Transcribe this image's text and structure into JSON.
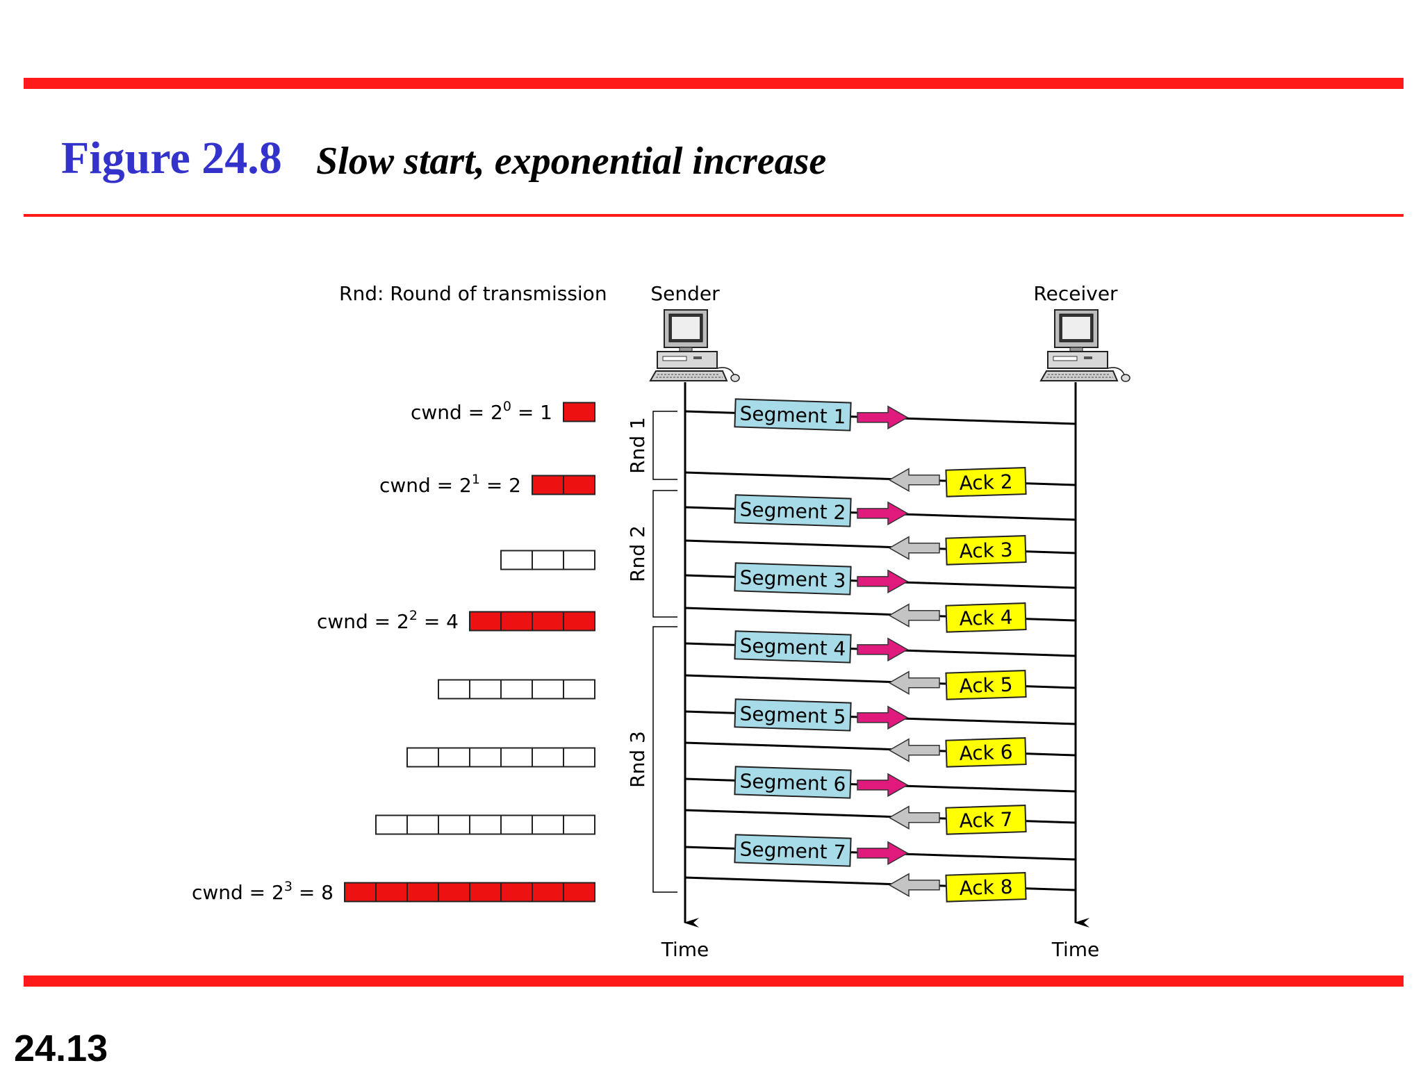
{
  "slide": {
    "figure_label": "Figure 24.8",
    "caption": "Slow start, exponential increase",
    "number": "24.13"
  },
  "diagram": {
    "legend": "Rnd: Round of transmission",
    "sender": {
      "label": "Sender",
      "time_label": "Time"
    },
    "receiver": {
      "label": "Receiver",
      "time_label": "Time"
    },
    "rounds": [
      "Rnd 1",
      "Rnd 2",
      "Rnd 3"
    ],
    "cwnd_rows": [
      {
        "label_prefix": "cwnd = 2",
        "exp": "0",
        "label_suffix": " = 1",
        "cells": 1,
        "filled": true
      },
      {
        "label_prefix": "cwnd = 2",
        "exp": "1",
        "label_suffix": " = 2",
        "cells": 2,
        "filled": true
      },
      {
        "label_prefix": "",
        "exp": "",
        "label_suffix": "",
        "cells": 3,
        "filled": false
      },
      {
        "label_prefix": "cwnd = 2",
        "exp": "2",
        "label_suffix": " = 4",
        "cells": 4,
        "filled": true
      },
      {
        "label_prefix": "",
        "exp": "",
        "label_suffix": "",
        "cells": 5,
        "filled": false
      },
      {
        "label_prefix": "",
        "exp": "",
        "label_suffix": "",
        "cells": 6,
        "filled": false
      },
      {
        "label_prefix": "",
        "exp": "",
        "label_suffix": "",
        "cells": 7,
        "filled": false
      },
      {
        "label_prefix": "cwnd = 2",
        "exp": "3",
        "label_suffix": " = 8",
        "cells": 8,
        "filled": true
      }
    ],
    "segments": [
      "Segment 1",
      "Segment 2",
      "Segment 3",
      "Segment 4",
      "Segment 5",
      "Segment 6",
      "Segment 7"
    ],
    "acks": [
      "Ack 2",
      "Ack 3",
      "Ack 4",
      "Ack 5",
      "Ack 6",
      "Ack 7",
      "Ack 8"
    ],
    "colors": {
      "rule": "#ff1a1a",
      "title_blue": "#3333cc",
      "cwnd_fill": "#ee1111",
      "segment_box": "#a8dbe8",
      "ack_box": "#ffff00",
      "segment_arrow": "#e0197d",
      "ack_arrow": "#c4c4c4"
    },
    "icons": [
      "computer-icon",
      "computer-icon"
    ]
  }
}
